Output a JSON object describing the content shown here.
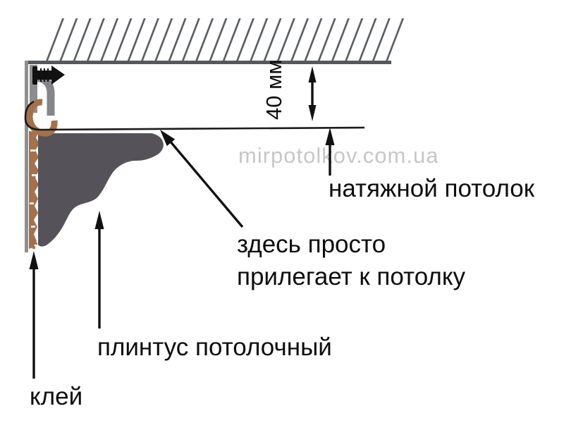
{
  "labels": {
    "dimension_40mm": "40 мм",
    "stretch_ceiling": "натяжной потолок",
    "adjoins_line1": "здесь просто",
    "adjoins_line2": "прилегает к потолку",
    "ceiling_plinth": "плинтус потолочный",
    "glue": "клей"
  },
  "watermark": {
    "text": "mirpotolkov.com.ua"
  },
  "colors": {
    "structure_gray": "#55595e",
    "wall_gray": "#8f8f8f",
    "profile_gray": "#85868a",
    "flange_gray": "#8d8d91",
    "plinth_gray": "#56525a",
    "glue_brown": "#a5714a",
    "film_black": "#1b1b1b",
    "arrow_black": "#111111",
    "watermark_gray": "#c7c7c7"
  }
}
